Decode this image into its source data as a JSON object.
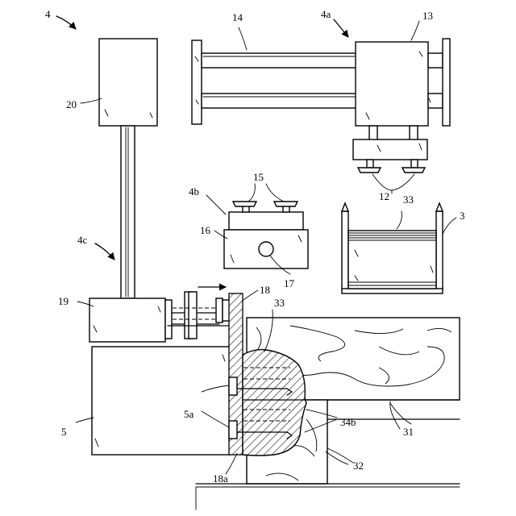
{
  "figure": {
    "labels": {
      "l4": "4",
      "l4a": "4a",
      "l4b": "4b",
      "l4c": "4c",
      "l3": "3",
      "l5": "5",
      "l5a": "5a",
      "l12": "12",
      "l13": "13",
      "l14": "14",
      "l15": "15",
      "l16": "16",
      "l17": "17",
      "l18": "18",
      "l18a": "18a",
      "l19": "19",
      "l20": "20",
      "l31": "31",
      "l32": "32",
      "l33a": "33",
      "l33b": "33",
      "l34b": "34b"
    }
  }
}
